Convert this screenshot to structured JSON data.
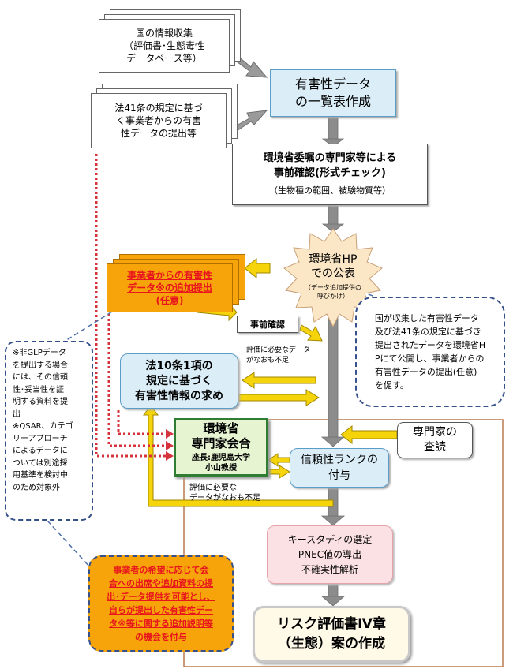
{
  "doc_national": "国の情報収集\n（評価書･生態毒性\nデータベース等）",
  "doc_article41": "法41条の規定に基づ\nく事業者からの有害\n性データの提出等",
  "box_list": "有害性データ\nの一覧表作成",
  "box_expert_check_title": "環境省委嘱の専門家等による\n事前確認(形式チェック)",
  "box_expert_check_sub": "（生物種の範囲、被験物質等）",
  "burst_hp_title": "環境省HP\nでの公表",
  "burst_hp_sub": "（データ追加提供の\n呼びかけ）",
  "doc_business_submit": "事業者からの有害性\nデータ※の追加提出\n(任意)",
  "label_precheck": "事前確認",
  "label_insufficient_1": "評価に必要なデータ\nがなおも不足",
  "box_article10": "法10条1項の\n規定に基づく\n有害性情報の求め",
  "note_hp": "国が収集した有害性データ\n及び法41条の規定に基づき\n提出されたデータを環境省H\nPにて公開し、事業者からの\n有害性データの提出(任意)\nを促す。",
  "note_glp": "※非GLPデータ\nを提出する場合\nには、その信頼\n性･妥当性を証\n明する資料を提\n出\n※QSAR、カテゴ\nリーアプローチ\nによるデータに\nついては別途採\n用基準を検討中\nのため対象外",
  "box_expert_meeting_title": "環境省\n専門家会合",
  "box_expert_meeting_sub": "座長:鹿児島大学\n小山教授",
  "box_peer_review": "専門家の\n査読",
  "box_reliability": "信頼性ランクの\n付与",
  "label_insufficient_2": "評価に必要な\nデータがなおも不足",
  "box_case_study": "キースタディの選定\nPNEC値の導出\n不確実性解析",
  "note_opportunity": "事業者の希望に応じて会\n合への出席や追加資料の提\n出･データ提供を可能とし、\n自らが提出した有害性デー\nタ※等に関する追加説明等\nの機会を付与",
  "box_report": "リスク評価書Ⅳ章\n（生態）案の作成",
  "colors": {
    "pale_blue": "#dbeef8",
    "pale_blue_border": "#5a9ec8",
    "orange": "#f7a40a",
    "red_text": "#e8141e",
    "pale_green": "#e6f4d2",
    "green_border": "#2e7d32",
    "yellow": "#f5d40b",
    "gray": "#8c8c8c",
    "pink": "#fbe1e4",
    "pink_border": "#e6a3aa",
    "cream": "#fff9e8",
    "frame_brown": "#b97a4e",
    "dashed_navy": "#36508a",
    "dotted_red": "#d6343c",
    "burst": "#fbe7c6"
  },
  "icons": [
    "gray-arrow-icon",
    "yellow-arrow-icon",
    "dotted-connector-icon",
    "starburst-shape"
  ]
}
